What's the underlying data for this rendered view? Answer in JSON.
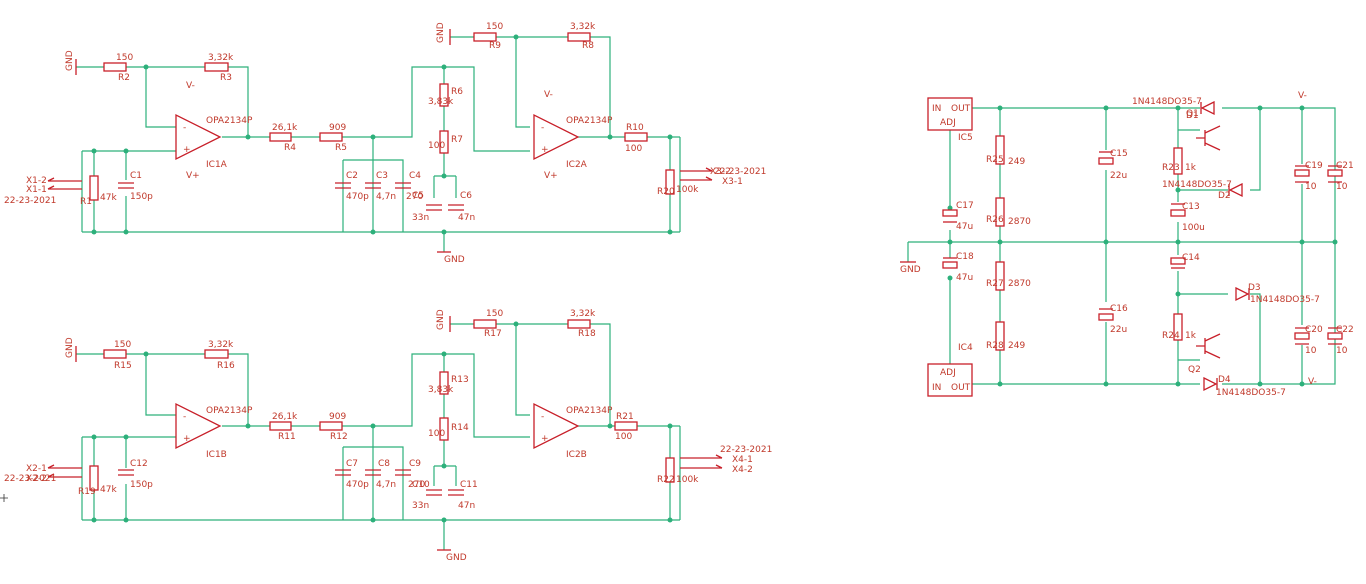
{
  "filter": {
    "resistors": [
      {
        "ref": "R1",
        "value": "47k"
      },
      {
        "ref": "R2",
        "value": "150"
      },
      {
        "ref": "R3",
        "value": "3,32k"
      },
      {
        "ref": "R4",
        "value": "26,1k"
      },
      {
        "ref": "R5",
        "value": "909"
      },
      {
        "ref": "R6",
        "value": "3,83k"
      },
      {
        "ref": "R7",
        "value": "100"
      },
      {
        "ref": "R8",
        "value": "3,32k"
      },
      {
        "ref": "R9",
        "value": "150"
      },
      {
        "ref": "R10",
        "value": "100"
      },
      {
        "ref": "R20",
        "value": "100k"
      },
      {
        "ref": "R11",
        "value": "26,1k"
      },
      {
        "ref": "R12",
        "value": "909"
      },
      {
        "ref": "R13",
        "value": "3,83k"
      },
      {
        "ref": "R14",
        "value": "100"
      },
      {
        "ref": "R15",
        "value": "150"
      },
      {
        "ref": "R16",
        "value": "3,32k"
      },
      {
        "ref": "R17",
        "value": "150"
      },
      {
        "ref": "R18",
        "value": "3,32k"
      },
      {
        "ref": "R19",
        "value": "47k"
      },
      {
        "ref": "R21",
        "value": "100"
      },
      {
        "ref": "R22",
        "value": "100k"
      }
    ],
    "capacitors": [
      {
        "ref": "C1",
        "value": "150p"
      },
      {
        "ref": "C2",
        "value": "470p"
      },
      {
        "ref": "C3",
        "value": "4,7n"
      },
      {
        "ref": "C4",
        "value": "270"
      },
      {
        "ref": "C5",
        "value": "33n"
      },
      {
        "ref": "C6",
        "value": "47n"
      },
      {
        "ref": "C12",
        "value": "150p"
      },
      {
        "ref": "C7",
        "value": "470p"
      },
      {
        "ref": "C8",
        "value": "4,7n"
      },
      {
        "ref": "C9",
        "value": "270"
      },
      {
        "ref": "C10",
        "value": "33n"
      },
      {
        "ref": "C11",
        "value": "47n"
      }
    ],
    "opamps": [
      "IC1A",
      "IC2A",
      "IC1B",
      "IC2B"
    ],
    "opamp_part": "OPA2134P",
    "nets": {
      "gnd": "GND",
      "vneg": "V-",
      "vpos": "V+"
    },
    "connectors": [
      "X1-2",
      "X1-1",
      "X3-2",
      "X3-1",
      "X2-1",
      "X2-2",
      "X4-1",
      "X4-2"
    ],
    "date_label": "22-23-2021"
  },
  "power": {
    "regulators": [
      {
        "ref": "IC5",
        "pins": [
          "IN",
          "OUT",
          "ADJ"
        ]
      },
      {
        "ref": "IC4",
        "pins": [
          "ADJ",
          "IN",
          "OUT"
        ]
      }
    ],
    "resistors": [
      {
        "ref": "R25",
        "value": "249"
      },
      {
        "ref": "R26",
        "value": "2870"
      },
      {
        "ref": "R27",
        "value": "2870"
      },
      {
        "ref": "R28",
        "value": "249"
      },
      {
        "ref": "R23",
        "value": "1k"
      },
      {
        "ref": "R24",
        "value": "1k"
      }
    ],
    "capacitors": [
      {
        "ref": "C17",
        "value": "47u"
      },
      {
        "ref": "C18",
        "value": "47u"
      },
      {
        "ref": "C15",
        "value": "22u"
      },
      {
        "ref": "C16",
        "value": "22u"
      },
      {
        "ref": "C13",
        "value": "100u"
      },
      {
        "ref": "C14",
        "value": ""
      },
      {
        "ref": "C19",
        "value": "10"
      },
      {
        "ref": "C20",
        "value": "10"
      },
      {
        "ref": "C21",
        "value": "10"
      },
      {
        "ref": "C22",
        "value": "10"
      }
    ],
    "diodes": [
      {
        "ref": "D1",
        "part": "1N4148DO35-7"
      },
      {
        "ref": "D2",
        "part": "1N4148DO35-7"
      },
      {
        "ref": "D3",
        "part": "1N4148DO35-7"
      },
      {
        "ref": "D4",
        "part": "1N4148DO35-7"
      }
    ],
    "transistors": [
      "Q1",
      "Q2"
    ],
    "nets": {
      "gnd": "GND",
      "vneg": "V-",
      "vneg2": "V-"
    }
  }
}
